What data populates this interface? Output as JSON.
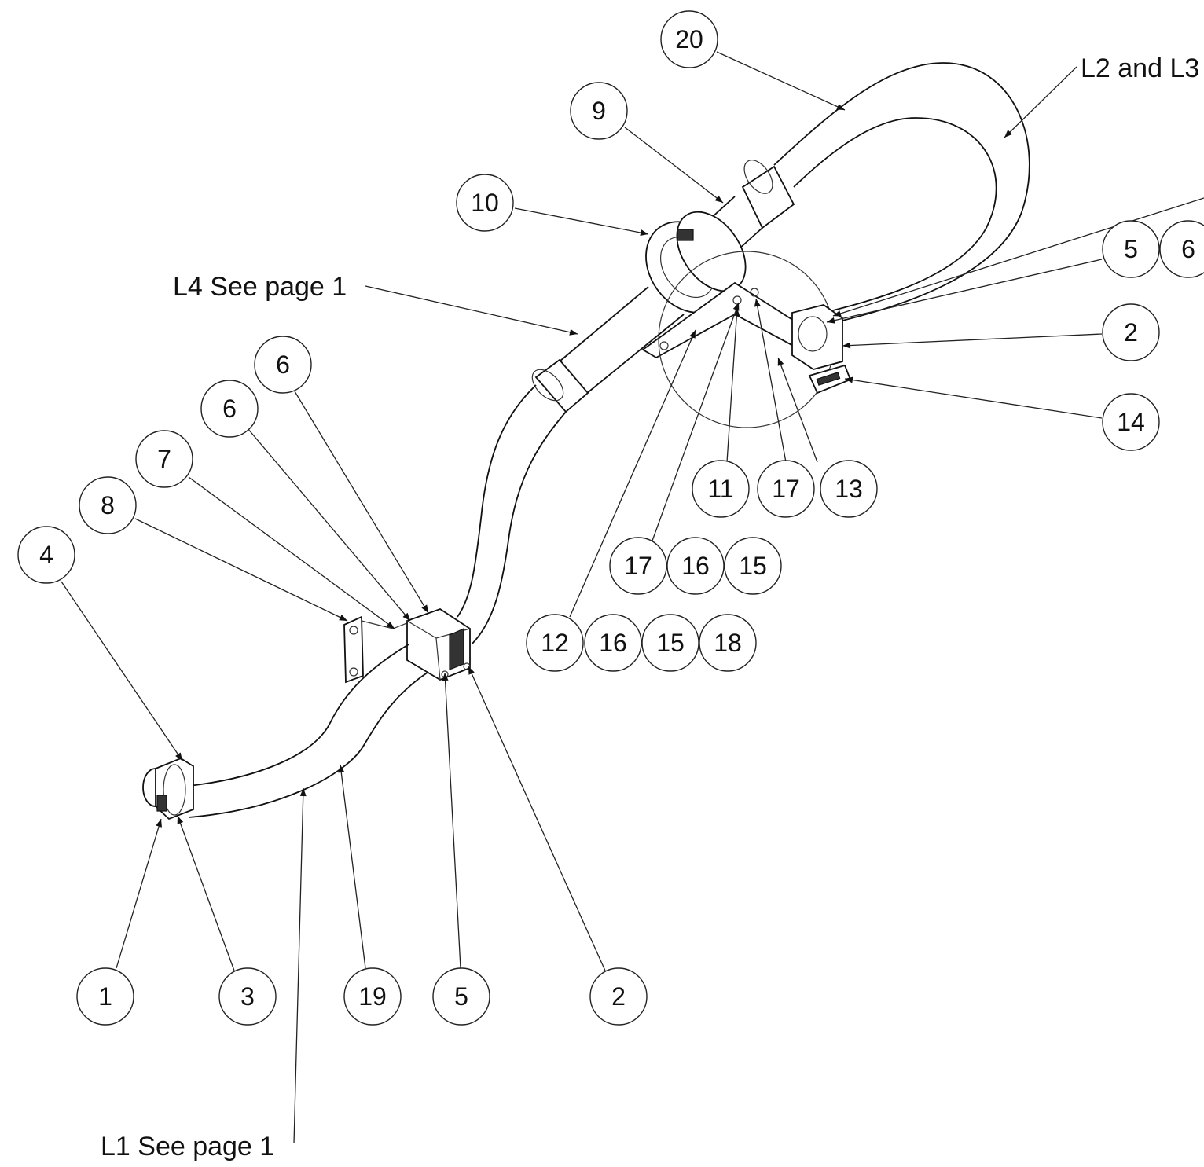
{
  "balloons": [
    {
      "label": "20"
    },
    {
      "label": "9"
    },
    {
      "label": "10"
    },
    {
      "label": "5"
    },
    {
      "label": "6"
    },
    {
      "label": "2"
    },
    {
      "label": "14"
    },
    {
      "label": "11"
    },
    {
      "label": "17"
    },
    {
      "label": "13"
    },
    {
      "label": "17"
    },
    {
      "label": "16"
    },
    {
      "label": "15"
    },
    {
      "label": "12"
    },
    {
      "label": "16"
    },
    {
      "label": "15"
    },
    {
      "label": "18"
    },
    {
      "label": "6"
    },
    {
      "label": "6"
    },
    {
      "label": "7"
    },
    {
      "label": "8"
    },
    {
      "label": "4"
    },
    {
      "label": "1"
    },
    {
      "label": "3"
    },
    {
      "label": "19"
    },
    {
      "label": "5"
    },
    {
      "label": "2"
    }
  ],
  "notes": {
    "l2_l3": "L2 and L3",
    "l4": "L4 See page 1",
    "l1": "L1 See page 1"
  }
}
